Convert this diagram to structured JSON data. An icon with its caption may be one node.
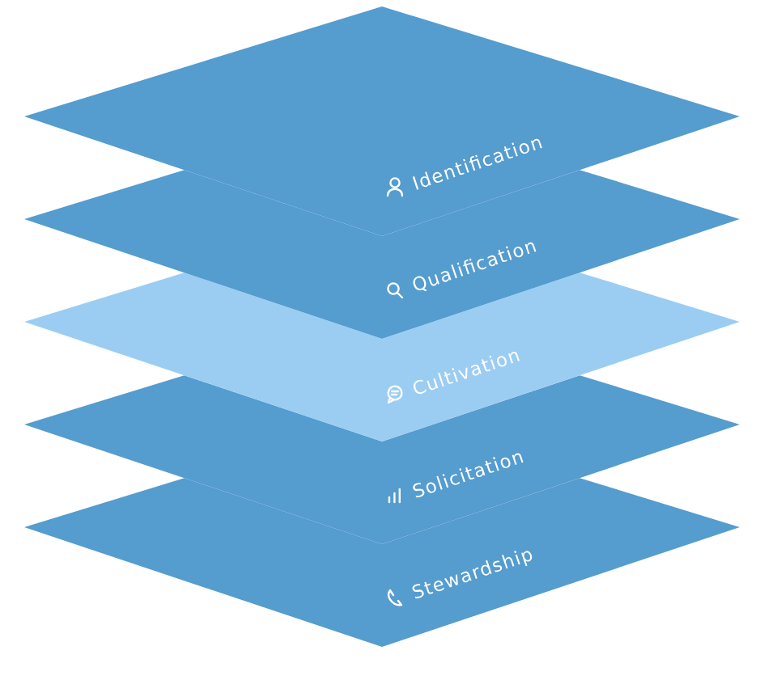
{
  "diagram": {
    "nodes": [
      {
        "text": [
          "Identification"
        ]
      },
      {
        "text": [
          "Qualification"
        ]
      },
      {
        "text": [
          "Cultivation"
        ]
      },
      {
        "text": [
          "Solicitation"
        ]
      },
      {
        "text": [
          "Stewardship"
        ]
      }
    ]
  }
}
